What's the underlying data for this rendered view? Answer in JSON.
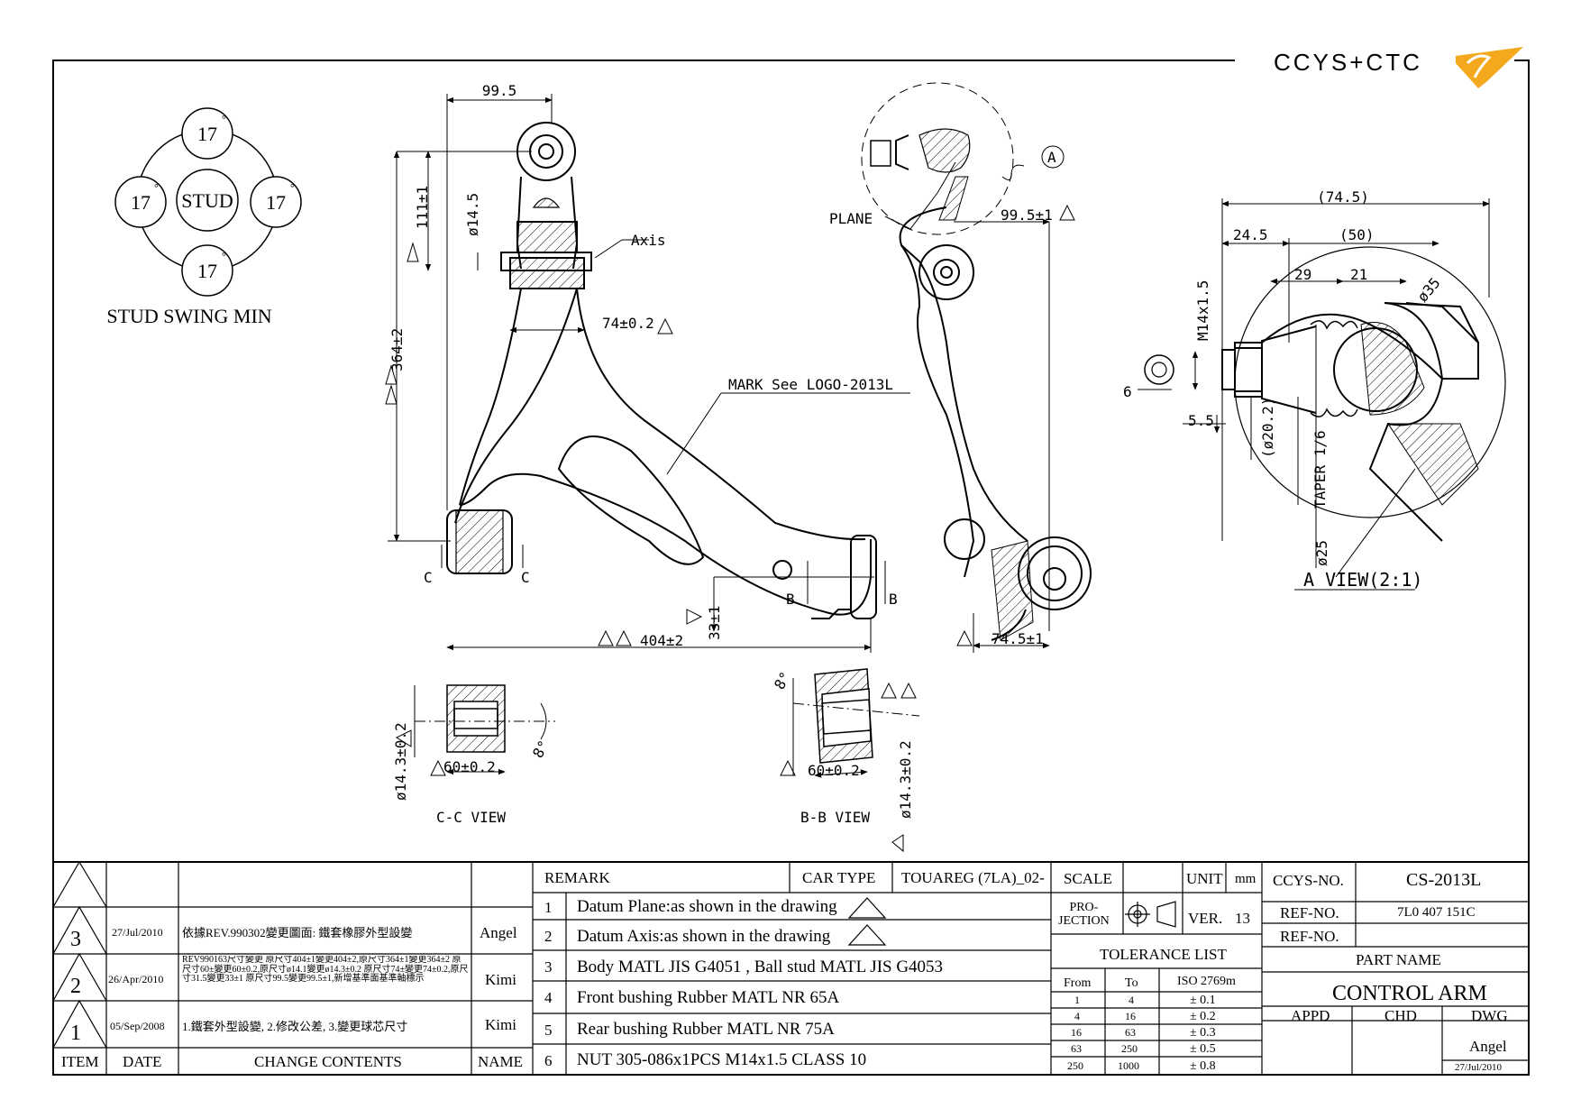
{
  "logo_text": "CCYS+CTC",
  "stud_swing": {
    "center_label": "STUD",
    "top": "17",
    "left": "17",
    "right": "17",
    "bottom": "17",
    "degree": "°",
    "caption": "STUD SWING MIN"
  },
  "main_view": {
    "dim_top": "99.5",
    "dim_111": "111±1",
    "dim_dia145": "ø14.5",
    "dim_364": "364±2",
    "axis_label": "Axis",
    "dim_74": "74±0.2",
    "mark_note": "MARK See LOGO-2013L",
    "dim_404": "404±2",
    "dim_33": "33±1",
    "section_c": "C",
    "section_b": "B"
  },
  "side_view": {
    "plane_label": "PLANE",
    "callout_a": "A",
    "dim_995": "99.5±1",
    "dim_745": "74.5±1"
  },
  "a_view": {
    "dim_745p": "(74.5)",
    "dim_245": "24.5",
    "dim_50": "(50)",
    "dim_29": "29",
    "dim_21": "21",
    "dim_35": "ø35",
    "thread": "M14x1.5",
    "dim_6": "6",
    "dim_55": "5.5",
    "dim_202": "(ø20.2)",
    "taper": "TAPER 1/6",
    "dim_25": "ø25",
    "title": "A VIEW(2:1)"
  },
  "cc_view": {
    "dim_dia": "ø14.3±0.2",
    "dim_len": "60±0.2",
    "angle": "8°",
    "title": "C-C VIEW"
  },
  "bb_view": {
    "dim_dia": "ø14.3±0.2",
    "dim_len": "60±0.2",
    "angle": "8°",
    "title": "B-B VIEW"
  },
  "revisions": [
    {
      "num": "3",
      "date": "27/Jul/2010",
      "content": "依據REV.990302變更圖面: 鐵套橡膠外型設變",
      "name": "Angel"
    },
    {
      "num": "2",
      "date": "26/Apr/2010",
      "content": "REV990163尺寸變更 原尺寸404±1變更404±2,原尺寸364±1變更364±2 原尺寸60±變更60±0.2,原尺寸ø14.1變更ø14.3±0.2 原尺寸74±變更74±0.2,原尺寸31.5變更33±1 原尺寸99.5變更99.5±1,新增基準面基準軸標示",
      "name": "Kimi"
    },
    {
      "num": "1",
      "date": "05/Sep/2008",
      "content": "1.鐵套外型設變, 2.修改公差, 3.變更球芯尺寸",
      "name": "Kimi"
    }
  ],
  "rev_headers": {
    "item": "ITEM",
    "date": "DATE",
    "contents": "CHANGE CONTENTS",
    "name": "NAME"
  },
  "remarks": {
    "header": "REMARK",
    "car_type_label": "CAR TYPE",
    "car_type": "TOUAREG (7LA)_02-",
    "items": [
      {
        "n": "1",
        "text": "Datum Plane:as shown in the drawing"
      },
      {
        "n": "2",
        "text": "Datum Axis:as shown in the drawing"
      },
      {
        "n": "3",
        "text": "Body MATL JIS G4051 , Ball stud MATL JIS G4053"
      },
      {
        "n": "4",
        "text": "Front bushing Rubber MATL NR 65A"
      },
      {
        "n": "5",
        "text": "Rear bushing Rubber MATL NR 75A"
      },
      {
        "n": "6",
        "text": "NUT 305-086x1PCS M14x1.5 CLASS 10"
      }
    ]
  },
  "title_block": {
    "scale_label": "SCALE",
    "unit_label": "UNIT",
    "unit": "mm",
    "projection_label": "PRO-\nJECTION",
    "ver_label": "VER.",
    "ver": "13",
    "tolerance_title": "TOLERANCE LIST",
    "tol_headers": [
      "From",
      "To",
      "ISO 2769m"
    ],
    "tolerances": [
      [
        "1",
        "4",
        "± 0.1"
      ],
      [
        "4",
        "16",
        "± 0.2"
      ],
      [
        "16",
        "63",
        "± 0.3"
      ],
      [
        "63",
        "250",
        "± 0.5"
      ],
      [
        "250",
        "1000",
        "± 0.8"
      ]
    ],
    "ccys_no_label": "CCYS-NO.",
    "ccys_no": "CS-2013L",
    "ref_no_label": "REF-NO.",
    "ref_no": "7L0 407 151C",
    "ref_no2_label": "REF-NO.",
    "part_name_label": "PART NAME",
    "part_name": "CONTROL ARM",
    "appd": "APPD",
    "chd": "CHD",
    "dwg": "DWG",
    "drawn_by": "Angel",
    "drawn_date": "27/Jul/2010"
  }
}
